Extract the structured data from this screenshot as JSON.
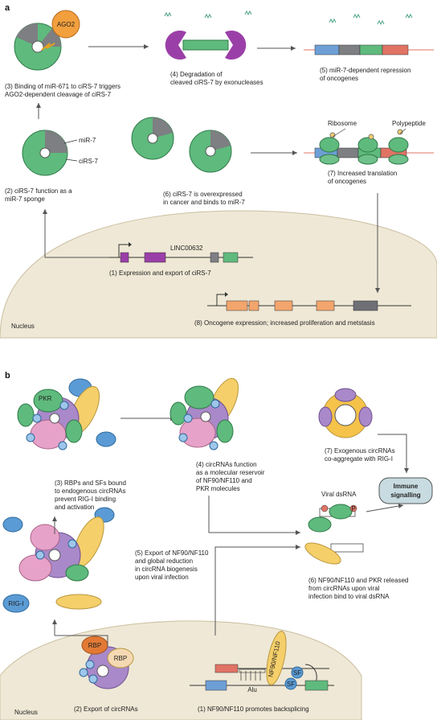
{
  "colors": {
    "nucleus": "#efe8d6",
    "nucleus_edge": "#cbbfa0",
    "rna_green": "#5fba7d",
    "rna_grey": "#7d7f82",
    "ago2": "#f29f3d",
    "mirna_teal": "#4fa38a",
    "purple": "#9b3fa8",
    "exon_orange": "#f2a56c",
    "exon_grey": "#6e7075",
    "exon_blue": "#6d9fd6",
    "exon_red": "#e07364",
    "ribosome": "#5fba7d",
    "rbp_blue": "#5b9bd5",
    "yellow": "#f5cf6a",
    "pink": "#e7a2c9",
    "violet": "#a989c9",
    "immune_box": "#c7dbe0"
  },
  "panel_a": {
    "label": "a",
    "step1": "(1) Expression and export of ciRS-7",
    "step2_l1": "(2) ciRS-7 function as a",
    "step2_l2": "miR-7 sponge",
    "step3_l1": "(3) Binding of miR-671 to ciRS-7 triggers",
    "step3_l2": "AGO2-dependent cleavage of ciRS-7",
    "step4_l1": "(4) Degradation of",
    "step4_l2": "cleaved ciRS-7 by exonucleases",
    "step5_l1": "(5) miR-7-dependent repression",
    "step5_l2": "of oncogenes",
    "step6_l1": "(6) ciRS-7 is overexpressed",
    "step6_l2": "in cancer and binds to miR-7",
    "step7_l1": "(7) Increased translation",
    "step7_l2": "of oncogenes",
    "step8": "(8) Oncogene expression; increased proliferation and metstasis",
    "ago2": "AGO2",
    "mir7": "miR-7",
    "cirs7": "ciRS-7",
    "gene": "LINC00632",
    "ribosome": "Ribosome",
    "polypeptide": "Polypeptide",
    "nucleus": "Nucleus"
  },
  "panel_b": {
    "label": "b",
    "step1": "(1) NF90/NF110 promotes backsplicing",
    "step2": "(2) Export of circRNAs",
    "step3_l1": "(3) RBPs and SFs bound",
    "step3_l2": "to endogenous circRNAs",
    "step3_l3": "prevent RIG-I binding",
    "step3_l4": "and activation",
    "step4_l1": "(4) circRNAs function",
    "step4_l2": "as a molecular reservoir",
    "step4_l3": "of NF90/NF110 and",
    "step4_l4": "PKR molecules",
    "step5_l1": "(5) Export of NF90/NF110",
    "step5_l2": "and global reduction",
    "step5_l3": "in circRNA biogenesis",
    "step5_l4": "upon viral infection",
    "step6_l1": "(6) NF90/NF110 and PKR released",
    "step6_l2": "from circRNAs upon viral",
    "step6_l3": "infection bind to viral dsRNA",
    "step7_l1": "(7) Exogenous circRNAs",
    "step7_l2": "co-aggregate with RIG-I",
    "pkr": "PKR",
    "rigi": "RIG-I",
    "rbp": "RBP",
    "viral_dsrna": "Viral dsRNA",
    "immune_l1": "Immune",
    "immune_l2": "signalling",
    "nf": "NF90/NF110",
    "sf": "SF",
    "p": "P",
    "alu": "Alu",
    "nucleus": "Nucleus"
  }
}
